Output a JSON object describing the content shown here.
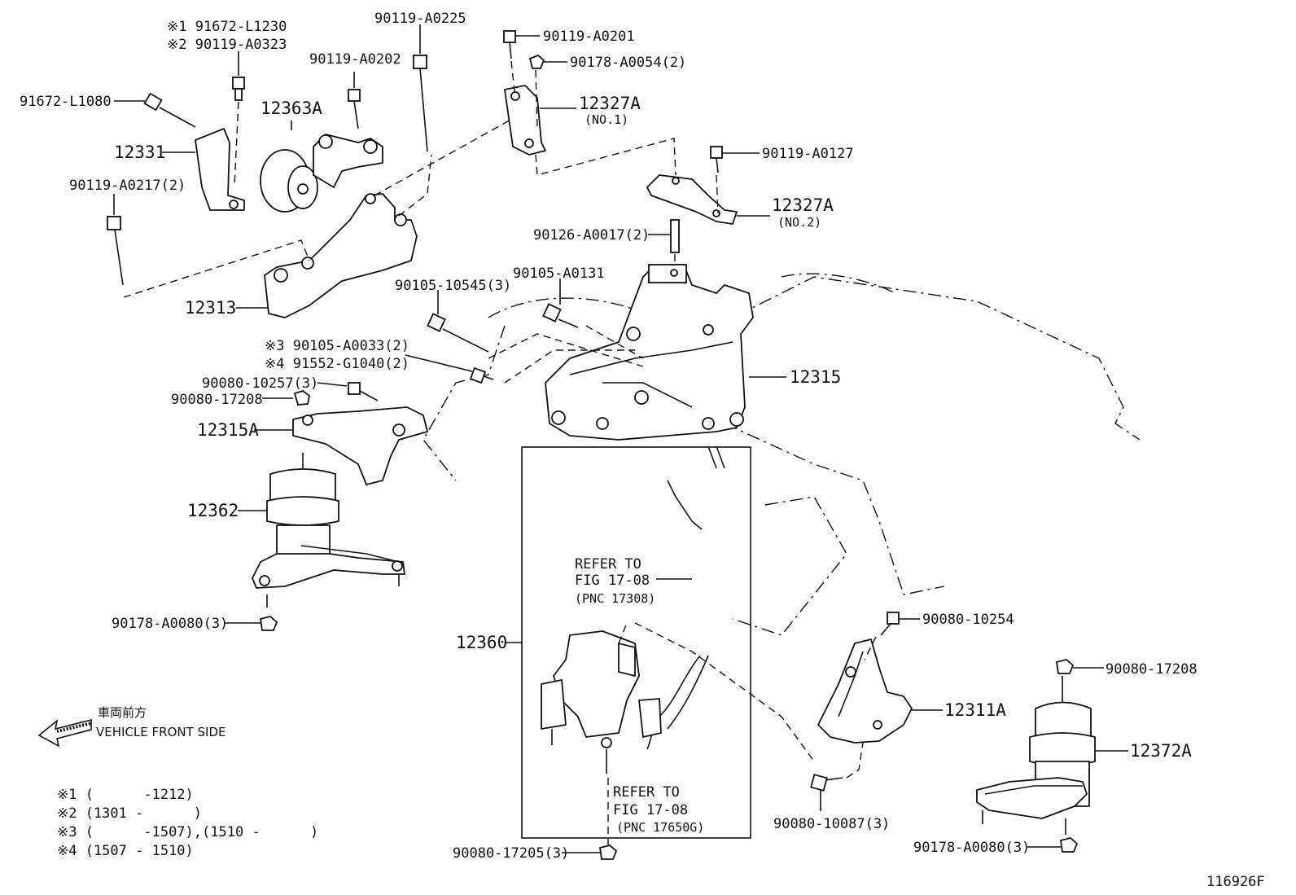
{
  "labels": {
    "p91672_L1230": "※1 91672-L1230",
    "p90119_A0323": "※2 90119-A0323",
    "p90119_A0225": "90119-A0225",
    "p90119_A0201": "90119-A0201",
    "p90178_A0054": "90178-A0054(2)",
    "p90119_A0202": "90119-A0202",
    "p91672_L1080": "91672-L1080",
    "p12363A": "12363A",
    "p12327A_1": "12327A",
    "no1": "(NO.1)",
    "p12331": "12331",
    "p90119_A0127": "90119-A0127",
    "p90119_A0217": "90119-A0217(2)",
    "p12327A_2": "12327A",
    "no2": "(NO.2)",
    "p90126_A0017": "90126-A0017(2)",
    "p90105_10545": "90105-10545(3)",
    "p90105_A0131": "90105-A0131",
    "p12313": "12313",
    "p90105_A0033": "※3 90105-A0033(2)",
    "p91552_G1040": "※4 91552-G1040(2)",
    "p12315": "12315",
    "p90080_10257": "90080-10257(3)",
    "p90080_17208a": "90080-17208",
    "p12315A": "12315A",
    "p12362": "12362",
    "refer1_a": "REFER TO",
    "refer1_b": "FIG 17-08",
    "refer1_c": "(PNC 17308)",
    "p90178_A0080a": "90178-A0080(3)",
    "p90080_10254": "90080-10254",
    "p12360": "12360",
    "p90080_17208b": "90080-17208",
    "p12311A": "12311A",
    "front_jp": "車両前方",
    "front_en": "VEHICLE FRONT SIDE",
    "p12372A": "12372A",
    "refer2_a": "REFER TO",
    "refer2_b": "FIG 17-08",
    "refer2_c": "(PNC 17650G)",
    "p90080_10087": "90080-10087(3)",
    "p90178_A0080b": "90178-A0080(3)",
    "p90080_17205": "90080-17205(3)",
    "fig_id": "116926F"
  },
  "notes": [
    "※1 (      -1212)",
    "※2 (1301 -      )",
    "※3 (      -1507),(1510 -      )",
    "※4 (1507 - 1510)"
  ]
}
